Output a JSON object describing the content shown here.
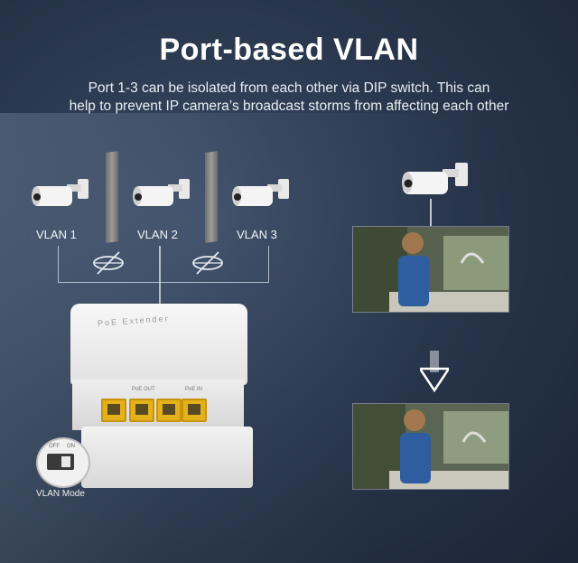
{
  "header": {
    "title": "Port-based VLAN",
    "subtitle_line1": "Port 1-3 can be isolated from each other via DIP switch. This can",
    "subtitle_line2": "help to prevent IP camera’s broadcast storms from affecting each other"
  },
  "vlans": [
    {
      "label": "VLAN 1"
    },
    {
      "label": "VLAN 2"
    },
    {
      "label": "VLAN 3"
    }
  ],
  "device": {
    "product_text": "PoE Extender",
    "port_label_left": "PoE OUT",
    "port_label_right": "PoE IN",
    "dip_off": "OFF",
    "dip_on": "ON",
    "mode_label": "VLAN Mode"
  },
  "colors": {
    "port_yellow": "#e3b21a",
    "background": "#263348"
  },
  "icons": [
    "camera-icon",
    "no-connection-icon",
    "down-arrow-icon"
  ]
}
